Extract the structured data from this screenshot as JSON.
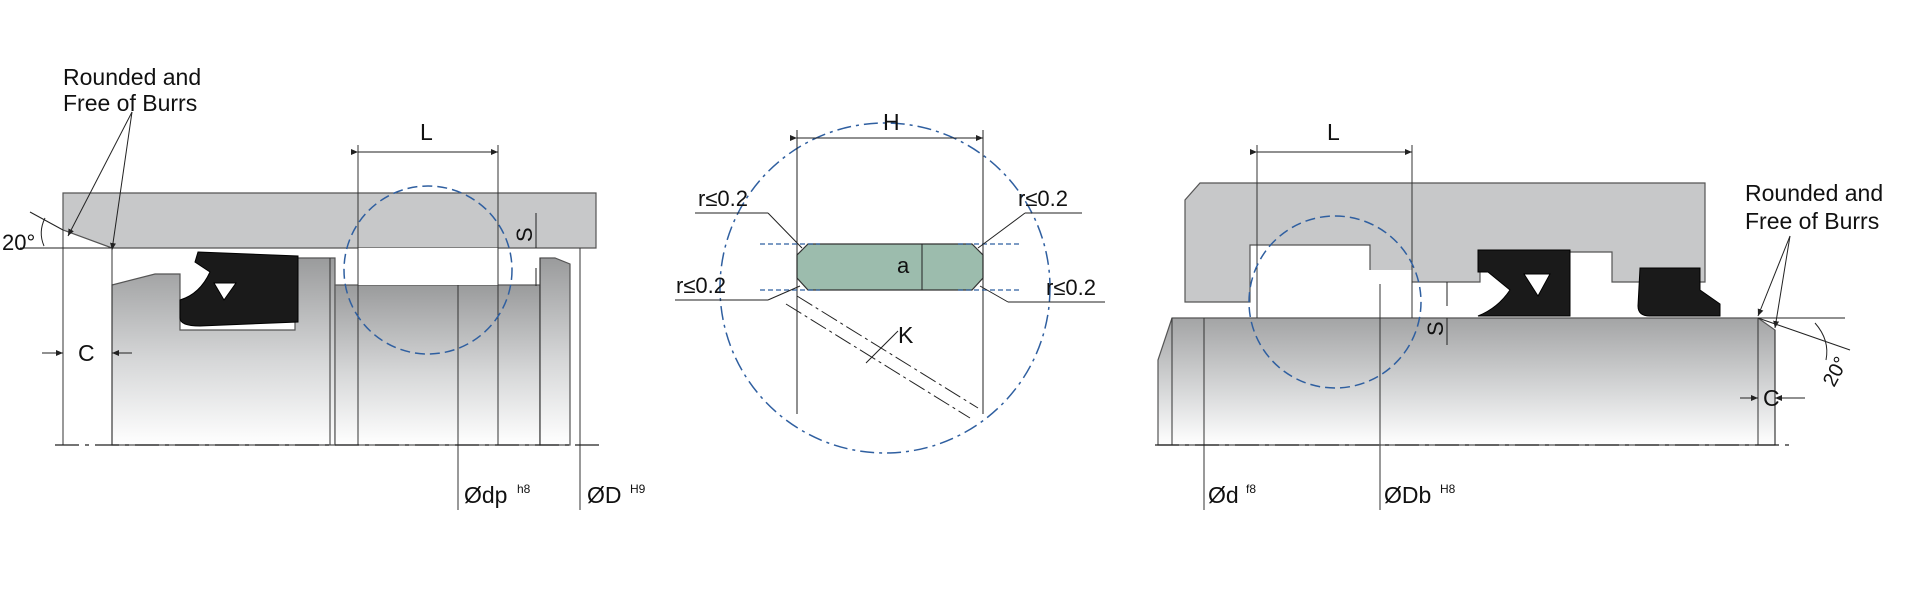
{
  "colors": {
    "housing_gray": "#c7c8c9",
    "seal_black": "#1a1a1a",
    "ring_green": "#9cbcad",
    "detail_circle_blue": "#2f5fa0",
    "line": "#222222"
  },
  "piston_diagram": {
    "note_line1": "Rounded and",
    "note_line2": "Free of Burrs",
    "angle": "20°",
    "dim_L": "L",
    "dim_S": "S",
    "dim_C": "C",
    "dim_dp": "Ødp",
    "dim_dp_tol": "h8",
    "dim_D": "ØD",
    "dim_D_tol": "H9"
  },
  "ring_detail": {
    "dim_H": "H",
    "dim_a": "a",
    "dim_K": "K",
    "radius_top_left": "r≤0.2",
    "radius_top_right": "r≤0.2",
    "radius_bottom_left": "r≤0.2",
    "radius_bottom_right": "r≤0.2"
  },
  "rod_diagram": {
    "note_line1": "Rounded and",
    "note_line2": "Free of Burrs",
    "angle": "20°",
    "dim_L": "L",
    "dim_S": "S",
    "dim_C": "C",
    "dim_d": "Ød",
    "dim_d_tol": "f8",
    "dim_Db": "ØDb",
    "dim_Db_tol": "H8"
  }
}
